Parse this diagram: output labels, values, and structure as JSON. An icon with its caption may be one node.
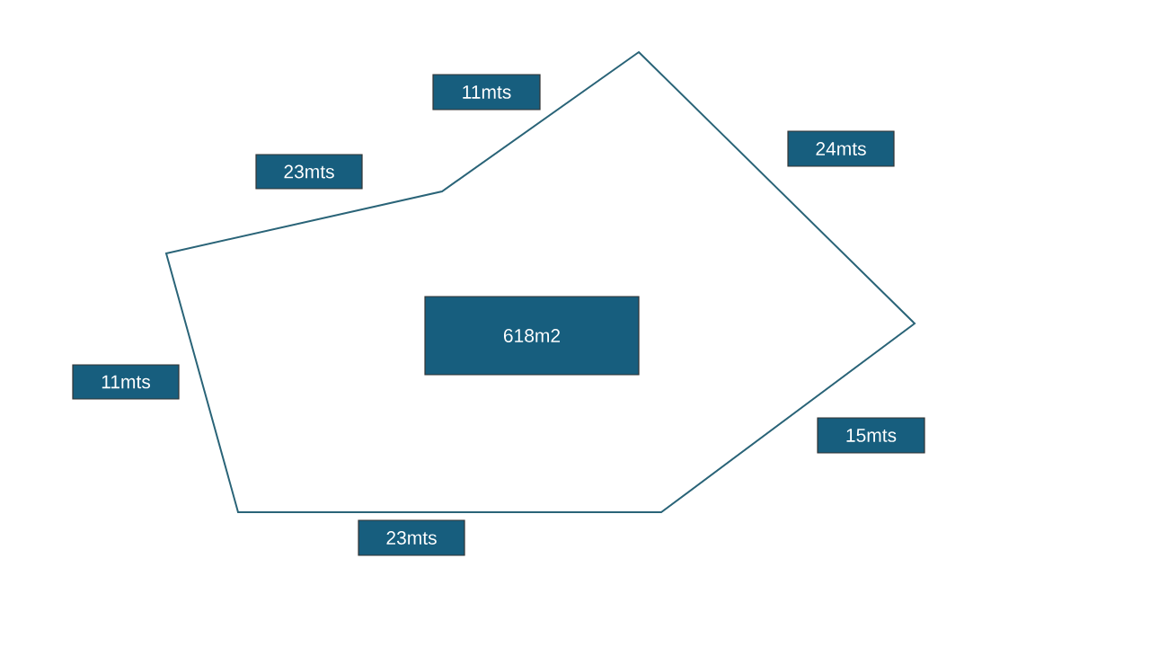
{
  "diagram": {
    "nodes": [
      {
        "text": [
          "11mts"
        ]
      },
      {
        "text": [
          "23mts"
        ]
      },
      {
        "text": [
          "24mts"
        ]
      },
      {
        "text": [
          "618m2"
        ]
      },
      {
        "text": [
          "11mts"
        ]
      },
      {
        "text": [
          "15mts"
        ]
      },
      {
        "text": [
          "23mts"
        ]
      }
    ]
  }
}
